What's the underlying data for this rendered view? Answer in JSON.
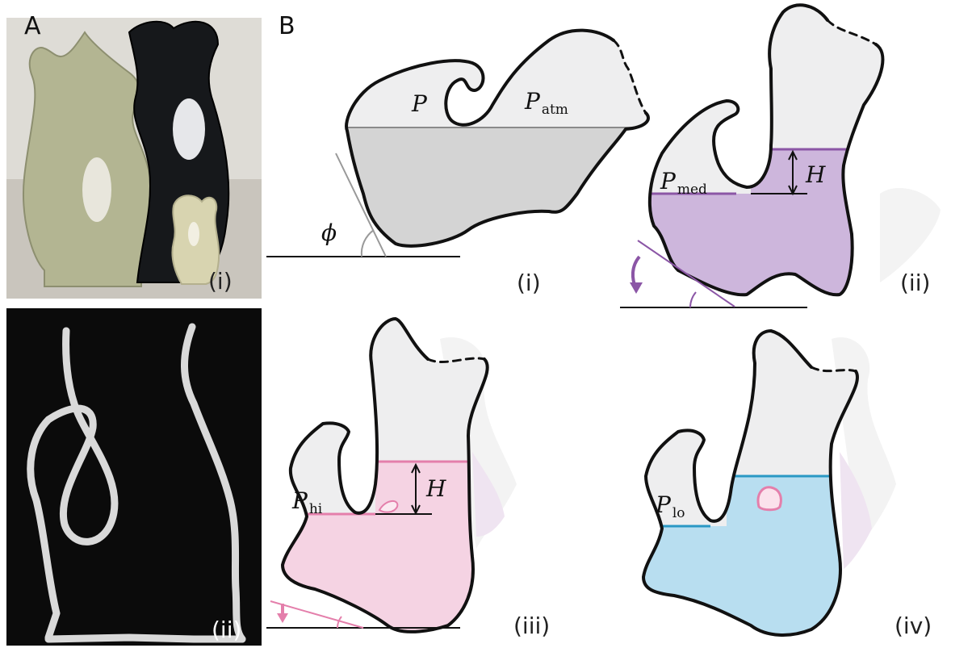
{
  "panels": {
    "A": {
      "letter": "A",
      "labels": [
        "(i)",
        "(ii)"
      ]
    },
    "B": {
      "letter": "B",
      "labels": [
        "(i)",
        "(ii)",
        "(iii)",
        "(iv)"
      ]
    }
  },
  "symbols": {
    "P": "P",
    "atm_sub": "atm",
    "med_sub": "med",
    "hi_sub": "hi",
    "lo_sub": "lo",
    "H": "H",
    "phi": "ϕ"
  },
  "colors": {
    "air": "#eeeeef",
    "water_gray": "#d4d4d4",
    "water_purple": "#cdb6dc",
    "level_purple": "#8b56a6",
    "water_pink": "#f5d3e3",
    "level_pink": "#e47fab",
    "water_blue": "#b8def0",
    "level_blue": "#2a98c4",
    "ghost": "#f1f1f1"
  }
}
